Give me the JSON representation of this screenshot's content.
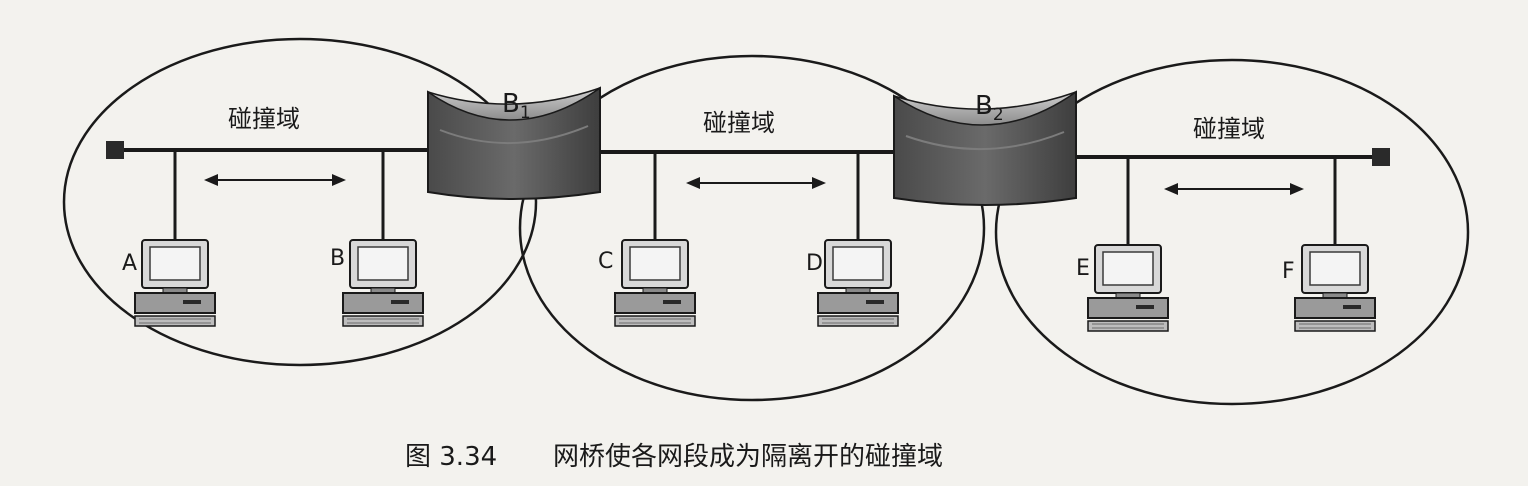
{
  "diagram": {
    "collision_domains": [
      {
        "label": "碰撞域"
      },
      {
        "label": "碰撞域"
      },
      {
        "label": "碰撞域"
      }
    ],
    "bridges": [
      {
        "letter": "B",
        "subscript": "1"
      },
      {
        "letter": "B",
        "subscript": "2"
      }
    ],
    "hosts": [
      "A",
      "B",
      "C",
      "D",
      "E",
      "F"
    ]
  },
  "caption": {
    "number": "图 3.34",
    "text": "网桥使各网段成为隔离开的碰撞域"
  },
  "colors": {
    "ink": "#1a1a1a",
    "bridge_body": "#5d5d5d",
    "bridge_top": "#b5b5b5",
    "computer": "#dcdcdc",
    "background": "#f3f2ee"
  }
}
